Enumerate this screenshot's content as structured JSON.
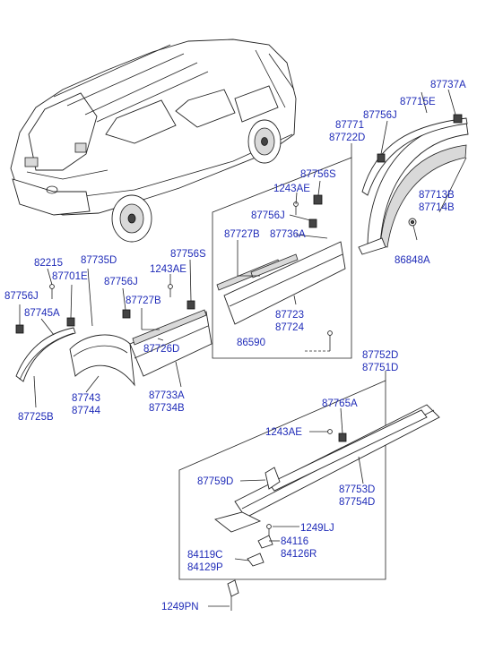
{
  "labels": {
    "l87737A": "87737A",
    "l87715E": "87715E",
    "l87756J_a": "87756J",
    "l87771": "87771",
    "l87722D": "87722D",
    "l87756S_a": "87756S",
    "l1243AE_a": "1243AE",
    "l87756J_b": "87756J",
    "l87713B": "87713B",
    "l87714B": "87714B",
    "l87727B_a": "87727B",
    "l87736A": "87736A",
    "l86848A": "86848A",
    "l82215": "82215",
    "l87735D": "87735D",
    "l87756S_b": "87756S",
    "l87701E": "87701E",
    "l1243AE_b": "1243AE",
    "l87756J_c": "87756J",
    "l87756J_d": "87756J",
    "l87745A": "87745A",
    "l87727B_b": "87727B",
    "l87723": "87723",
    "l87724": "87724",
    "l86590": "86590",
    "l87726D": "87726D",
    "l87752D": "87752D",
    "l87751D": "87751D",
    "l87733A": "87733A",
    "l87734B": "87734B",
    "l87743": "87743",
    "l87744": "87744",
    "l87725B": "87725B",
    "l87765A": "87765A",
    "l1243AE_c": "1243AE",
    "l87759D": "87759D",
    "l87753D": "87753D",
    "l87754D": "87754D",
    "l1249LJ": "1249LJ",
    "l84116": "84116",
    "l84126R": "84126R",
    "l84119C": "84119C",
    "l84129P": "84129P",
    "l1249PN": "1249PN"
  }
}
